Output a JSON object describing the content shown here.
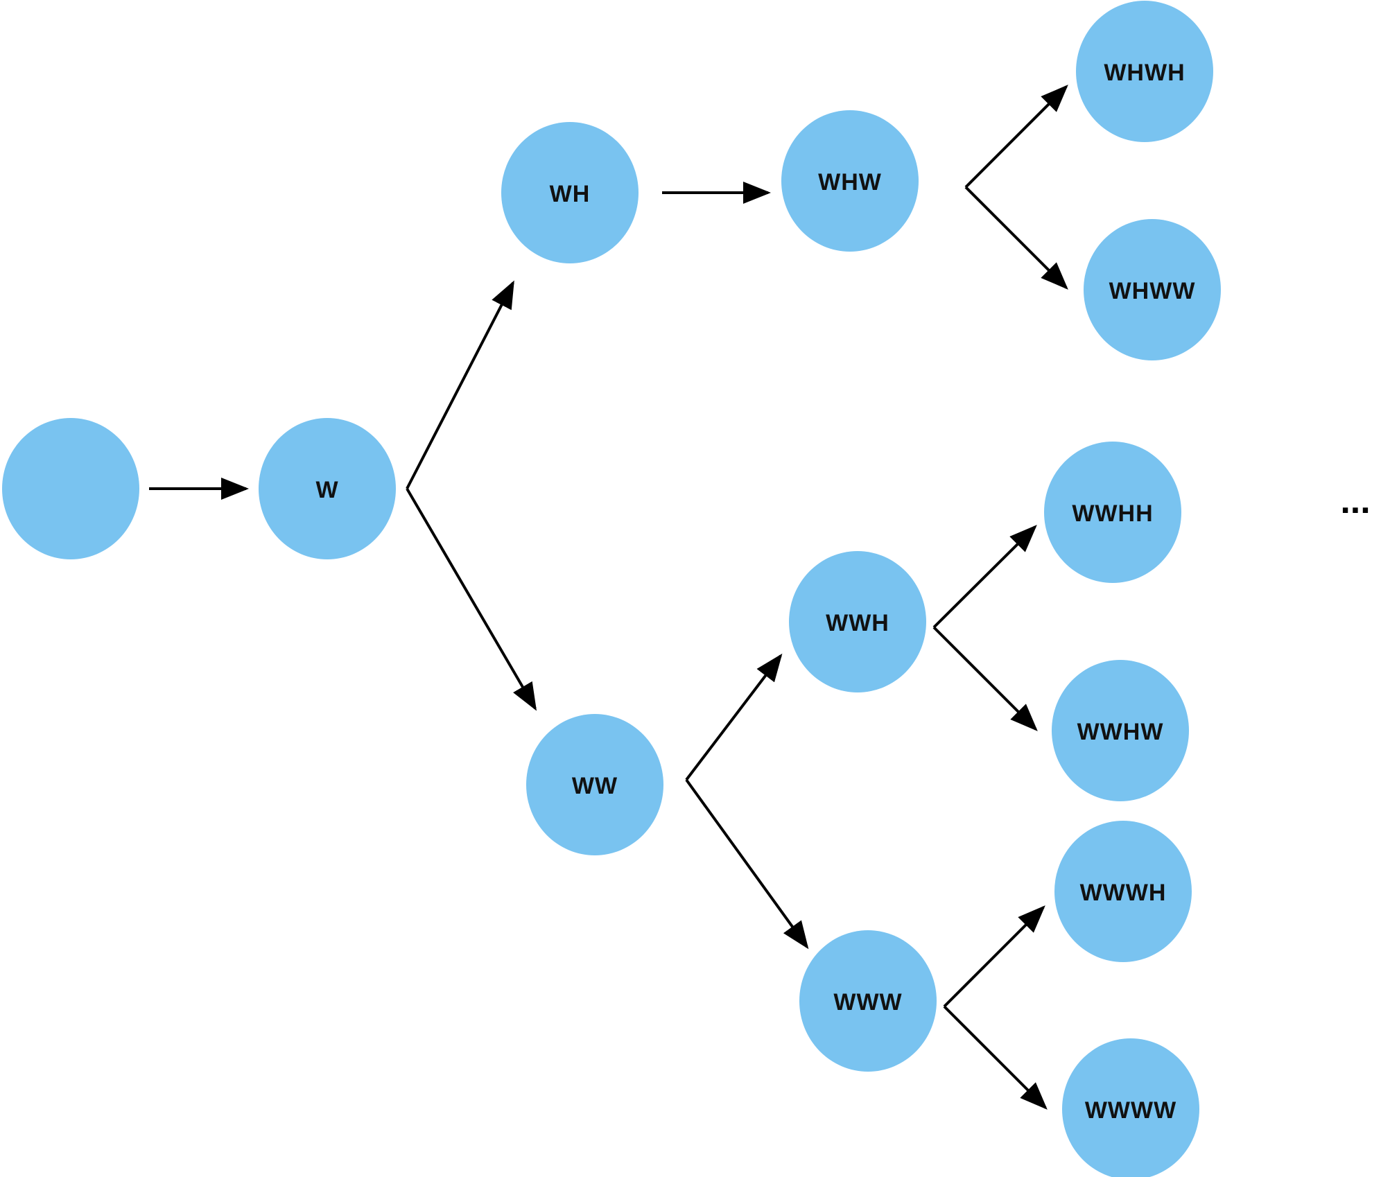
{
  "colors": {
    "node_fill": "#79c3f0",
    "label_text": "#111111",
    "edge": "#000000"
  },
  "nodes": [
    {
      "id": "root",
      "label": ""
    },
    {
      "id": "w",
      "label": "W"
    },
    {
      "id": "wh",
      "label": "WH"
    },
    {
      "id": "ww",
      "label": "WW"
    },
    {
      "id": "whw",
      "label": "WHW"
    },
    {
      "id": "wwh",
      "label": "WWH"
    },
    {
      "id": "www",
      "label": "WWW"
    },
    {
      "id": "whwh",
      "label": "WHWH"
    },
    {
      "id": "whww",
      "label": "WHWW"
    },
    {
      "id": "wwhh",
      "label": "WWHH"
    },
    {
      "id": "wwhw",
      "label": "WWHW"
    },
    {
      "id": "wwwh",
      "label": "WWWH"
    },
    {
      "id": "wwww",
      "label": "WWWW"
    }
  ],
  "edges": [
    {
      "from": "root",
      "to": "w"
    },
    {
      "from": "w",
      "to": "wh"
    },
    {
      "from": "w",
      "to": "ww"
    },
    {
      "from": "wh",
      "to": "whw"
    },
    {
      "from": "whw",
      "to": "whwh"
    },
    {
      "from": "whw",
      "to": "whww"
    },
    {
      "from": "ww",
      "to": "wwh"
    },
    {
      "from": "ww",
      "to": "www"
    },
    {
      "from": "wwh",
      "to": "wwhh"
    },
    {
      "from": "wwh",
      "to": "wwhw"
    },
    {
      "from": "www",
      "to": "wwwh"
    },
    {
      "from": "www",
      "to": "wwww"
    }
  ],
  "continuation": "..."
}
